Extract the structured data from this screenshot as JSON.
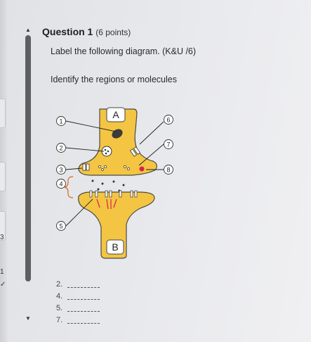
{
  "sidebar": {
    "marks": [
      "3",
      "1",
      "✓"
    ]
  },
  "question": {
    "title": "Question 1",
    "points": "(6 points)",
    "instruction": "Label the following diagram. (K&U /6)",
    "prompt": "Identify the regions or molecules"
  },
  "diagram": {
    "label_a": "A",
    "label_b": "B",
    "markers": [
      "1",
      "2",
      "3",
      "4",
      "5",
      "6",
      "7",
      "8"
    ],
    "colors": {
      "neuron_fill": "#f3c542",
      "neuron_stroke": "#4a4a4a",
      "label_box": "#ffffff",
      "vesicle_dark": "#444444",
      "receptor_red": "#d8224a",
      "bracket": "#d2691e"
    }
  },
  "answers": {
    "items": [
      {
        "number": "2.",
        "value": ""
      },
      {
        "number": "4.",
        "value": ""
      },
      {
        "number": "5.",
        "value": ""
      },
      {
        "number": "7.",
        "value": ""
      }
    ]
  }
}
